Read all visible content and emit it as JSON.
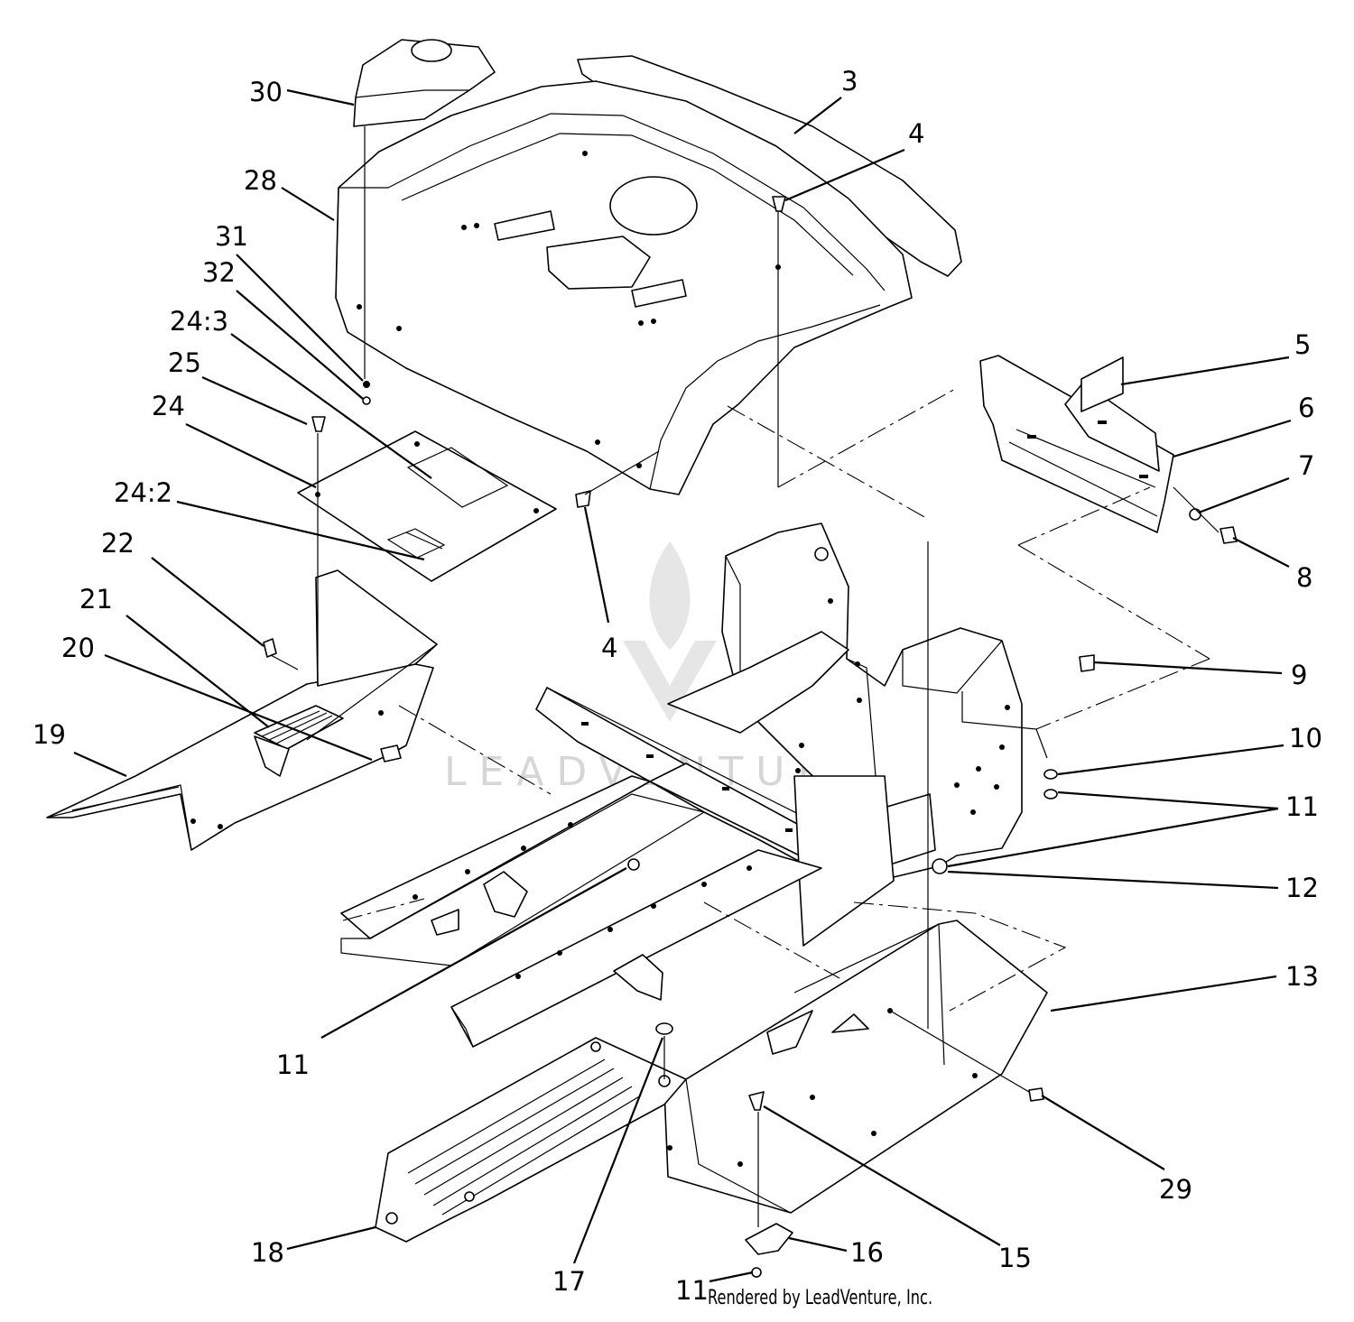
{
  "diagram": {
    "watermark": "LEADVENTURE",
    "credit": "Rendered by LeadVenture, Inc.",
    "callouts": [
      {
        "id": "c30",
        "label": "30"
      },
      {
        "id": "c3",
        "label": "3"
      },
      {
        "id": "c4a",
        "label": "4"
      },
      {
        "id": "c28",
        "label": "28"
      },
      {
        "id": "c31",
        "label": "31"
      },
      {
        "id": "c32",
        "label": "32"
      },
      {
        "id": "c24-3",
        "label": "24:3"
      },
      {
        "id": "c25",
        "label": "25"
      },
      {
        "id": "c24",
        "label": "24"
      },
      {
        "id": "c24-2",
        "label": "24:2"
      },
      {
        "id": "c22",
        "label": "22"
      },
      {
        "id": "c21",
        "label": "21"
      },
      {
        "id": "c20",
        "label": "20"
      },
      {
        "id": "c19",
        "label": "19"
      },
      {
        "id": "c4b",
        "label": "4"
      },
      {
        "id": "c5",
        "label": "5"
      },
      {
        "id": "c6",
        "label": "6"
      },
      {
        "id": "c7",
        "label": "7"
      },
      {
        "id": "c8",
        "label": "8"
      },
      {
        "id": "c9",
        "label": "9"
      },
      {
        "id": "c10",
        "label": "10"
      },
      {
        "id": "c11a",
        "label": "11"
      },
      {
        "id": "c12",
        "label": "12"
      },
      {
        "id": "c13",
        "label": "13"
      },
      {
        "id": "c11b",
        "label": "11"
      },
      {
        "id": "c29",
        "label": "29"
      },
      {
        "id": "c18",
        "label": "18"
      },
      {
        "id": "c17",
        "label": "17"
      },
      {
        "id": "c16",
        "label": "16"
      },
      {
        "id": "c15",
        "label": "15"
      },
      {
        "id": "c11c",
        "label": "11"
      }
    ]
  }
}
